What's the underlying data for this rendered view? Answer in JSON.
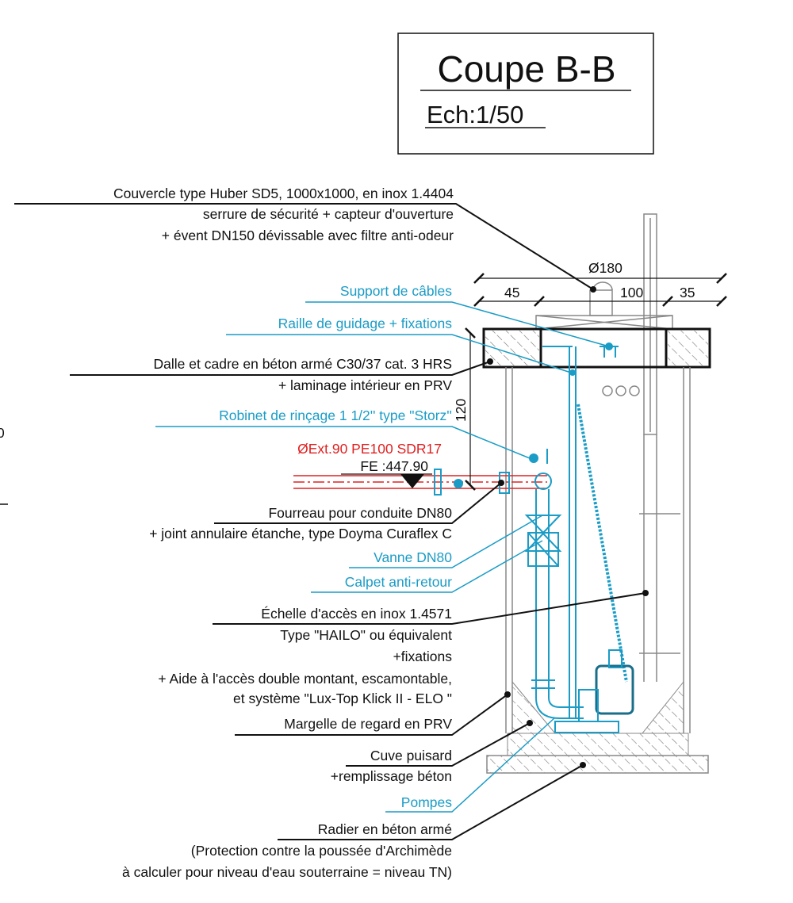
{
  "title": {
    "main": "Coupe B-B",
    "scale": "Ech:1/50"
  },
  "dimensions": {
    "overall": "Ø180",
    "left": "45",
    "center": "100",
    "right": "35",
    "height": "120"
  },
  "pipe": {
    "spec": "ØExt.90 PE100 SDR17",
    "level": "FE :447.90"
  },
  "edge_fragments": [
    "0",
    ")"
  ],
  "labels": {
    "couvercle": [
      "Couvercle type Huber SD5, 1000x1000, en inox 1.4404",
      "serrure de sécurité + capteur d'ouverture",
      "+ évent DN150 dévissable avec filtre anti-odeur"
    ],
    "support_cables": "Support de câbles",
    "raille": "Raille de guidage + fixations",
    "dalle": [
      "Dalle et cadre en béton armé C30/37 cat. 3 HRS",
      "+ laminage intérieur en PRV"
    ],
    "robinet": "Robinet de rinçage 1 1/2'' type \"Storz''",
    "fourreau": [
      "Fourreau pour conduite DN80",
      "+ joint annulaire étanche, type Doyma Curaflex C"
    ],
    "vanne": "Vanne DN80",
    "clapet": "Calpet anti-retour",
    "echelle": [
      "Échelle d'accès en inox 1.4571",
      "Type \"HAILO\" ou équivalent",
      "+fixations",
      "+ Aide à l'accès double montant, escamontable,",
      "et système  \"Lux-Top Klick II - ELO \""
    ],
    "margelle": "Margelle de regard en PRV",
    "cuve": [
      "Cuve puisard",
      "+remplissage béton"
    ],
    "pompes": "Pompes",
    "radier": [
      "Radier en béton armé",
      "(Protection contre la poussée d'Archimède",
      "à calculer pour niveau d'eau souterraine = niveau TN)"
    ]
  },
  "colors": {
    "text": "#111111",
    "equipment": "#1a9cc6",
    "pipe_spec": "#e02020",
    "structure": "#888888"
  }
}
